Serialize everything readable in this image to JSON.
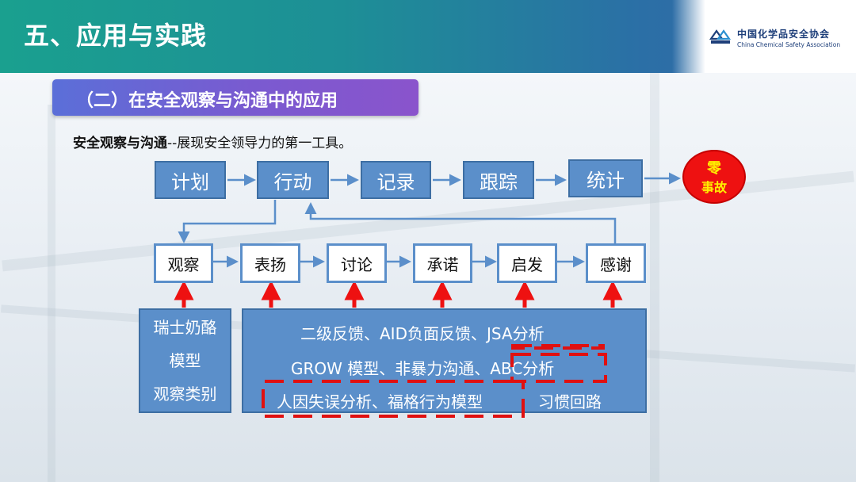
{
  "header": {
    "title": "五、应用与实践"
  },
  "logo": {
    "name_cn": "中国化学品安全协会",
    "name_en": "China Chemical Safety Association"
  },
  "subtitle": "（二）在安全观察与沟通中的应用",
  "intro": {
    "bold": "安全观察与沟通",
    "rest": "--展现安全领导力的第一工具。"
  },
  "flow": {
    "top_steps": [
      "计划",
      "行动",
      "记录",
      "跟踪",
      "统计"
    ],
    "goal": {
      "line1": "零",
      "line2": "事故"
    },
    "middle_steps": [
      "观察",
      "表扬",
      "讨论",
      "承诺",
      "启发",
      "感谢"
    ]
  },
  "tools": {
    "left": [
      "瑞士奶酪",
      "模型",
      "观察类别"
    ],
    "right": {
      "line1": "二级反馈、AID负面反馈、JSA分析",
      "line2": "GROW 模型、非暴力沟通、ABC分析",
      "line3_a": "人因失误分析、福格行为模型",
      "line3_b": "习惯回路"
    },
    "highlighted": [
      "JSA分析",
      "ABC分析",
      "人因失误分析、福格行为模型"
    ]
  },
  "colors": {
    "header_green": "#1aa08f",
    "box_blue": "#5b8fca",
    "arrow_red": "#ee1111",
    "goal_red": "#ee1111",
    "goal_text": "#ffee00",
    "dashed_highlight": "#e01010",
    "subtitle_purple": "#7a5ad0"
  }
}
